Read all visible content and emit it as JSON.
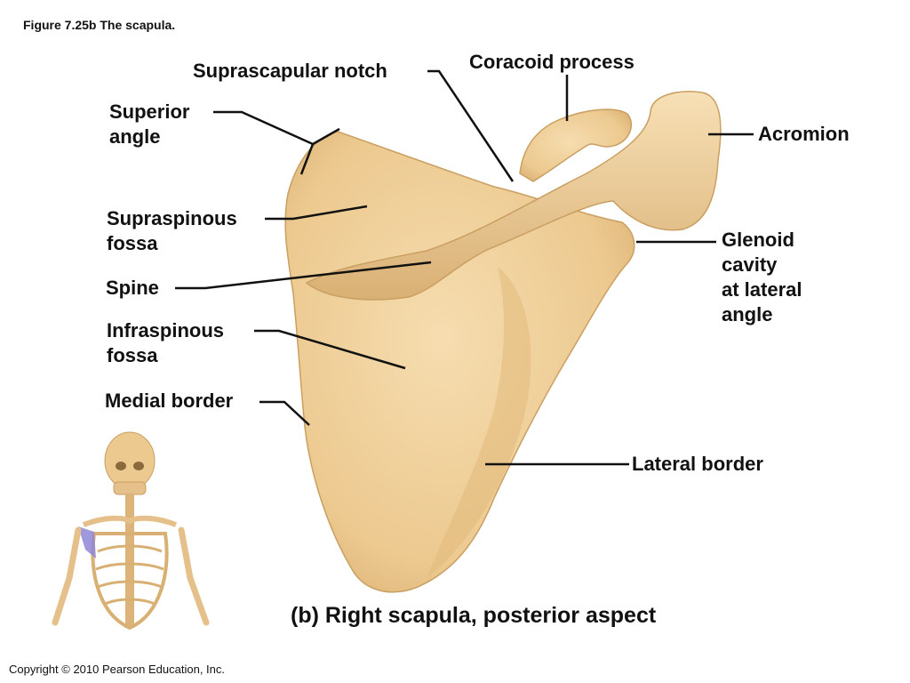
{
  "figure_title": "Figure 7.25b  The scapula.",
  "labels": {
    "suprascapular_notch": "Suprascapular notch",
    "coracoid_process": "Coracoid process",
    "superior_angle": [
      "Superior",
      "angle"
    ],
    "acromion": "Acromion",
    "supraspinous_fossa": [
      "Supraspinous",
      "fossa"
    ],
    "glenoid_cavity": [
      "Glenoid",
      "cavity",
      "at lateral",
      "angle"
    ],
    "spine": "Spine",
    "infraspinous_fossa": [
      "Infraspinous",
      "fossa"
    ],
    "medial_border": "Medial border",
    "lateral_border": "Lateral border"
  },
  "subtitle": "(b) Right scapula, posterior aspect",
  "copyright": "Copyright © 2010 Pearson Education, Inc.",
  "colors": {
    "bone": "#ecc98f",
    "bone_shadow": "#d2a76a",
    "bone_light": "#f6ddb0",
    "leader_line": "#111111",
    "highlight": "#8f86d6"
  }
}
